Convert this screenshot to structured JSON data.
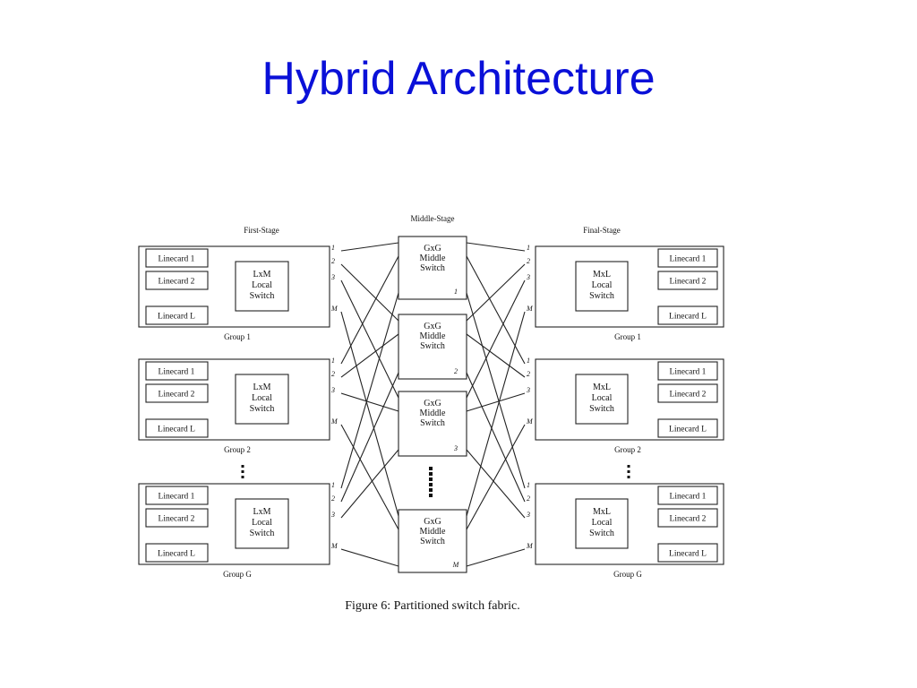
{
  "slide": {
    "title": "Hybrid Architecture"
  },
  "diagram": {
    "stage_labels": {
      "first": "First-Stage",
      "middle": "Middle-Stage",
      "final": "Final-Stage"
    },
    "linecards": [
      "Linecard 1",
      "Linecard 2",
      "Linecard L"
    ],
    "ingress_switch": [
      "LxM",
      "Local",
      "Switch"
    ],
    "egress_switch": [
      "MxL",
      "Local",
      "Switch"
    ],
    "middle_switch": [
      "GxG",
      "Middle",
      "Switch"
    ],
    "middle_numbers": [
      "1",
      "2",
      "3",
      "M"
    ],
    "port_labels": [
      "1",
      "2",
      "3",
      "M"
    ],
    "groups": [
      "Group 1",
      "Group 2",
      "Group G"
    ],
    "caption": "Figure 6:  Partitioned switch fabric."
  }
}
